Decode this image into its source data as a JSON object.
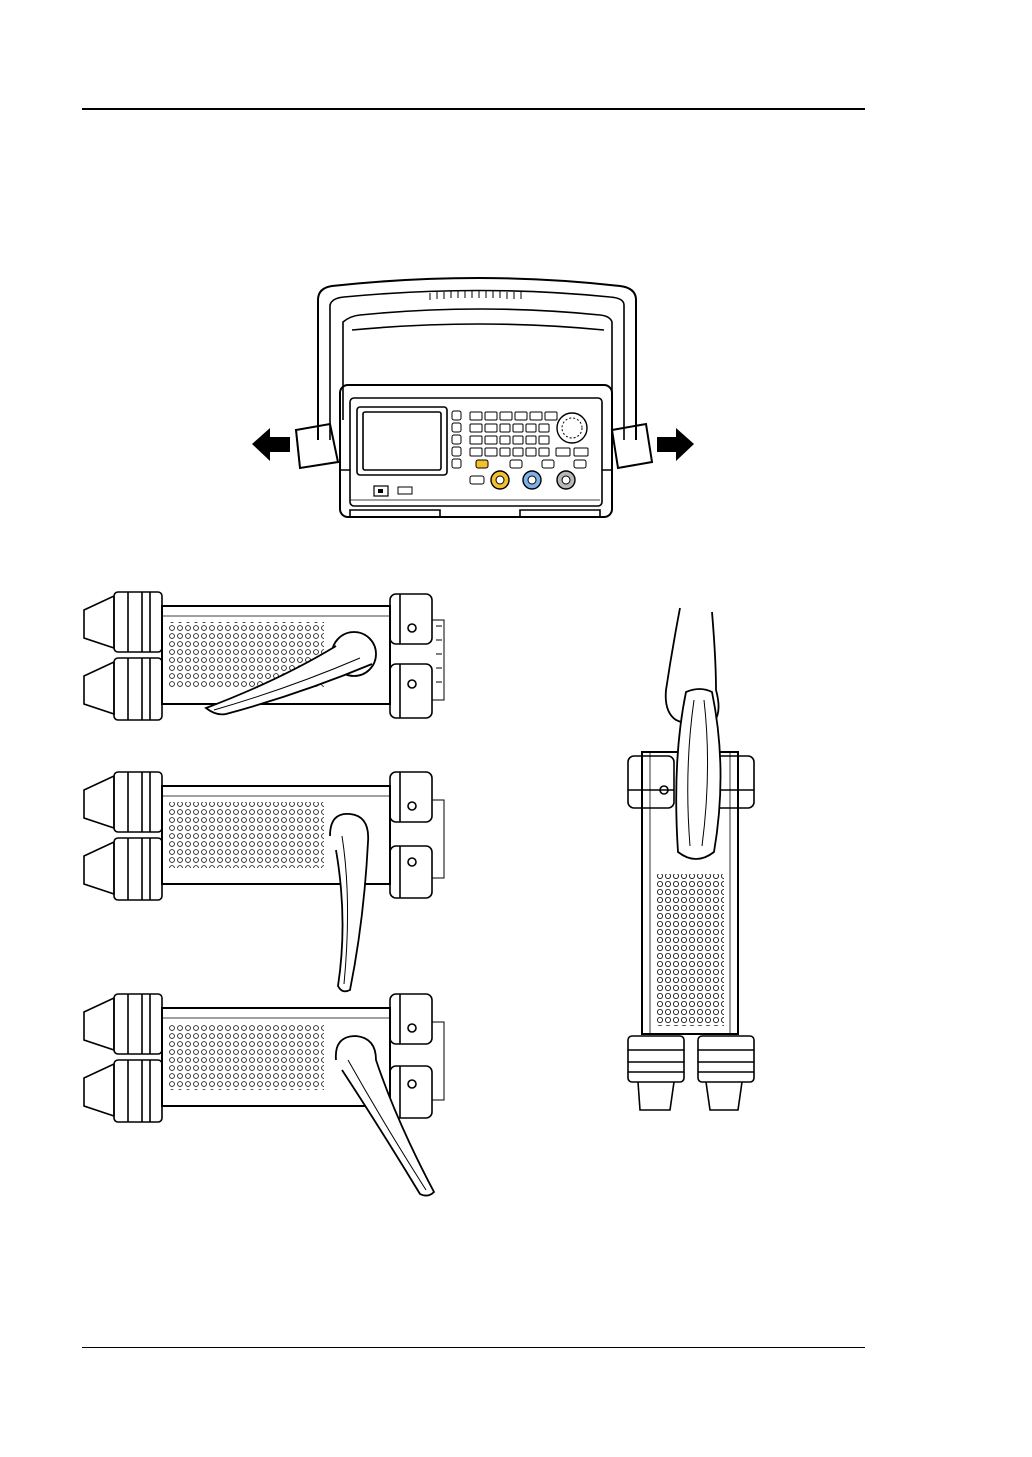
{
  "page": {
    "header_rule": "",
    "footer_rule": ""
  },
  "figures": {
    "front_view": {
      "icon": "instrument-front-with-handle"
    },
    "arrow_left": {
      "icon": "arrow-left-icon"
    },
    "arrow_right": {
      "icon": "arrow-right-icon"
    },
    "side_view_1": {
      "icon": "side-view-handle-folded"
    },
    "side_view_2": {
      "icon": "side-view-handle-down"
    },
    "side_view_3": {
      "icon": "side-view-handle-angled"
    },
    "carry_view": {
      "icon": "hand-carrying-instrument"
    }
  },
  "colors": {
    "line": "#000000",
    "output_knob_1": "#f2c22e",
    "output_knob_2": "#7fb2e3",
    "output_knob_3": "#b8b8b8"
  }
}
